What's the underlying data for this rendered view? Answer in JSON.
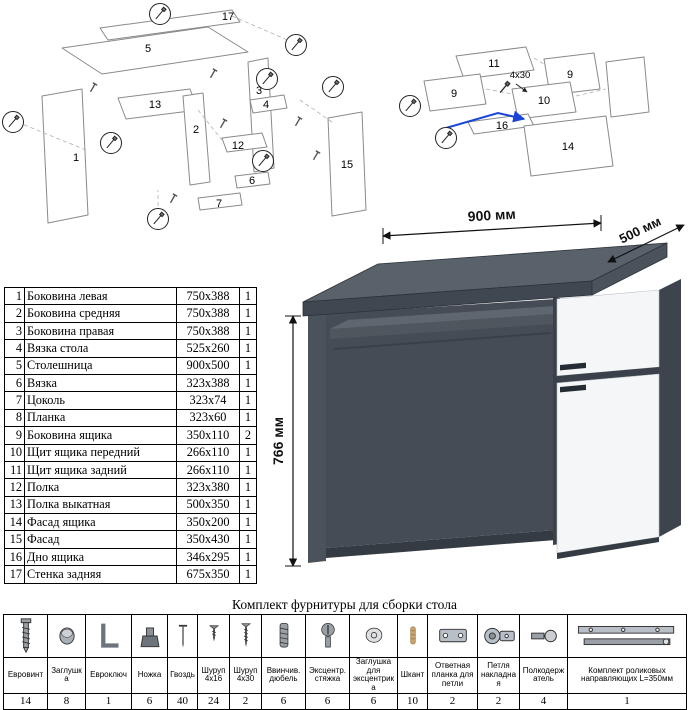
{
  "diagram_left": {
    "labels": {
      "p1": "1",
      "p2": "2",
      "p3": "3",
      "p4": "4",
      "p5": "5",
      "p6": "6",
      "p7": "7",
      "p12": "12",
      "p13": "13",
      "p15": "15",
      "p17": "17"
    }
  },
  "diagram_right": {
    "labels": {
      "p9a": "9",
      "p9b": "9",
      "p10": "10",
      "p11": "11",
      "p14": "14",
      "p16": "16",
      "screw_note": "4x30"
    }
  },
  "desk": {
    "dim_width": "900 мм",
    "dim_depth": "500 мм",
    "dim_height": "766 мм"
  },
  "parts_table": {
    "rows": [
      {
        "num": "1",
        "name": "Боковина левая",
        "size": "750x388",
        "qty": "1"
      },
      {
        "num": "2",
        "name": "Боковина средняя",
        "size": "750x388",
        "qty": "1"
      },
      {
        "num": "3",
        "name": "Боковина правая",
        "size": "750x388",
        "qty": "1"
      },
      {
        "num": "4",
        "name": "Вязка стола",
        "size": "525x260",
        "qty": "1"
      },
      {
        "num": "5",
        "name": "Столешница",
        "size": "900x500",
        "qty": "1"
      },
      {
        "num": "6",
        "name": "Вязка",
        "size": "323x388",
        "qty": "1"
      },
      {
        "num": "7",
        "name": "Цоколь",
        "size": "323x74",
        "qty": "1"
      },
      {
        "num": "8",
        "name": "Планка",
        "size": "323x60",
        "qty": "1"
      },
      {
        "num": "9",
        "name": "Боковина ящика",
        "size": "350x110",
        "qty": "2"
      },
      {
        "num": "10",
        "name": "Щит ящика передний",
        "size": "266x110",
        "qty": "1"
      },
      {
        "num": "11",
        "name": "Щит ящика задний",
        "size": "266x110",
        "qty": "1"
      },
      {
        "num": "12",
        "name": "Полка",
        "size": "323x380",
        "qty": "1"
      },
      {
        "num": "13",
        "name": "Полка выкатная",
        "size": "500x350",
        "qty": "1"
      },
      {
        "num": "14",
        "name": "Фасад ящика",
        "size": "350x200",
        "qty": "1"
      },
      {
        "num": "15",
        "name": "Фасад",
        "size": "350x430",
        "qty": "1"
      },
      {
        "num": "16",
        "name": "Дно ящика",
        "size": "346x295",
        "qty": "1"
      },
      {
        "num": "17",
        "name": "Стенка задняя",
        "size": "675x350",
        "qty": "1"
      }
    ]
  },
  "hardware": {
    "title": "Комплект фурнитуры для сборки стола",
    "items": [
      {
        "name": "Евровинт",
        "qty": "14"
      },
      {
        "name": "Заглушка",
        "qty": "8"
      },
      {
        "name": "Евроключ",
        "qty": "1"
      },
      {
        "name": "Ножка",
        "qty": "6"
      },
      {
        "name": "Гвоздь",
        "qty": "40"
      },
      {
        "name": "Шуруп 4x16",
        "qty": "24"
      },
      {
        "name": "Шуруп 4x30",
        "qty": "2"
      },
      {
        "name": "Ввинчив. дюбель",
        "qty": "6"
      },
      {
        "name": "Эксцентр. стяжка",
        "qty": "6"
      },
      {
        "name": "Заглушка для эксцентрика",
        "qty": "6"
      },
      {
        "name": "Шкант",
        "qty": "10"
      },
      {
        "name": "Ответная планка для петли",
        "qty": "2"
      },
      {
        "name": "Петля накладная",
        "qty": "2"
      },
      {
        "name": "Полкодержатель",
        "qty": "4"
      },
      {
        "name": "Комплект роликовых направляющих L=350мм",
        "qty": "1"
      }
    ]
  }
}
